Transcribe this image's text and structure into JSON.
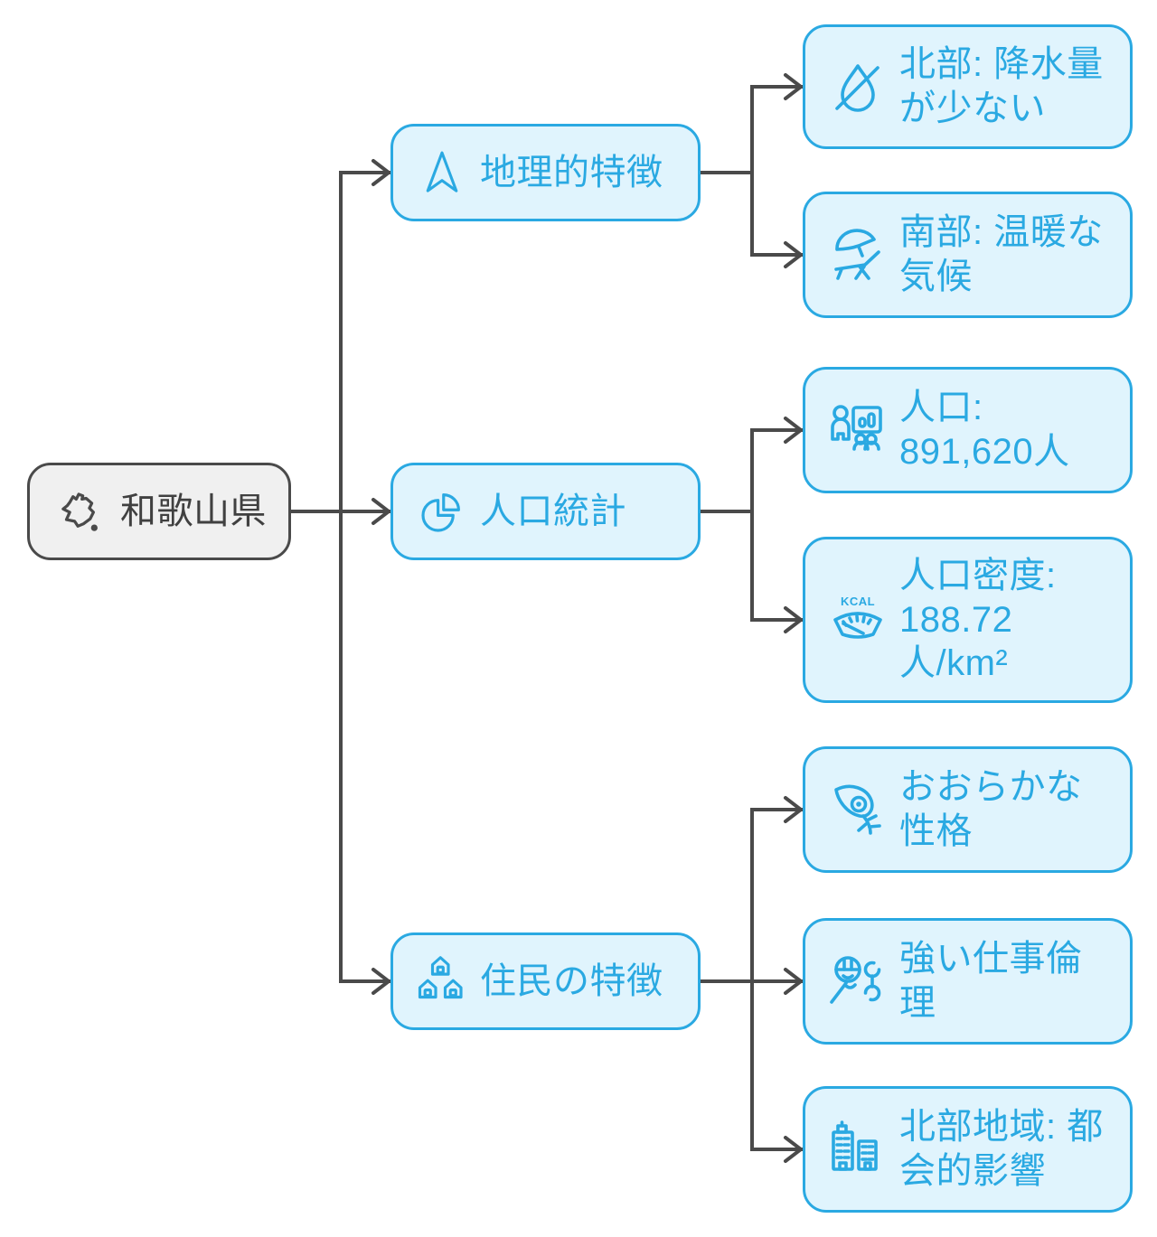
{
  "colors": {
    "accent_blue": "#2aa9e2",
    "node_fill": "#e0f4fd",
    "root_fill": "#f0f0f0",
    "root_border": "#4a4a4a",
    "connector": "#4a4a4a"
  },
  "nodes": {
    "root": {
      "label": "和歌山県",
      "icon": "map-icon"
    },
    "geography": {
      "label": "地理的特徴",
      "icon": "navigation-arrow-icon"
    },
    "geo_north": {
      "label": "北部: 降水量\nが少ない",
      "icon": "no-rain-icon"
    },
    "geo_south": {
      "label": "南部: 温暖な\n気候",
      "icon": "beach-lounger-icon"
    },
    "demographics": {
      "label": "人口統計",
      "icon": "pie-chart-icon"
    },
    "population": {
      "label": "人口:\n891,620人",
      "icon": "people-presentation-icon"
    },
    "density": {
      "label": "人口密度:\n188.72\n人/km²",
      "icon": "kcal-gauge-icon",
      "gauge_text": "KCAL"
    },
    "residents": {
      "label": "住民の特徴",
      "icon": "houses-icon"
    },
    "personality": {
      "label": "おおらかな\n性格",
      "icon": "squid-icon"
    },
    "work_ethic": {
      "label": "強い仕事倫\n理",
      "icon": "worker-wrench-icon"
    },
    "urban": {
      "label": "北部地域: 都\n会的影響",
      "icon": "city-buildings-icon"
    }
  },
  "edges": [
    [
      "和歌山県",
      "地理的特徴"
    ],
    [
      "和歌山県",
      "人口統計"
    ],
    [
      "和歌山県",
      "住民の特徴"
    ],
    [
      "地理的特徴",
      "北部: 降水量が少ない"
    ],
    [
      "地理的特徴",
      "南部: 温暖な気候"
    ],
    [
      "人口統計",
      "人口: 891,620人"
    ],
    [
      "人口統計",
      "人口密度: 188.72 人/km²"
    ],
    [
      "住民の特徴",
      "おおらかな性格"
    ],
    [
      "住民の特徴",
      "強い仕事倫理"
    ],
    [
      "住民の特徴",
      "北部地域: 都会的影響"
    ]
  ]
}
